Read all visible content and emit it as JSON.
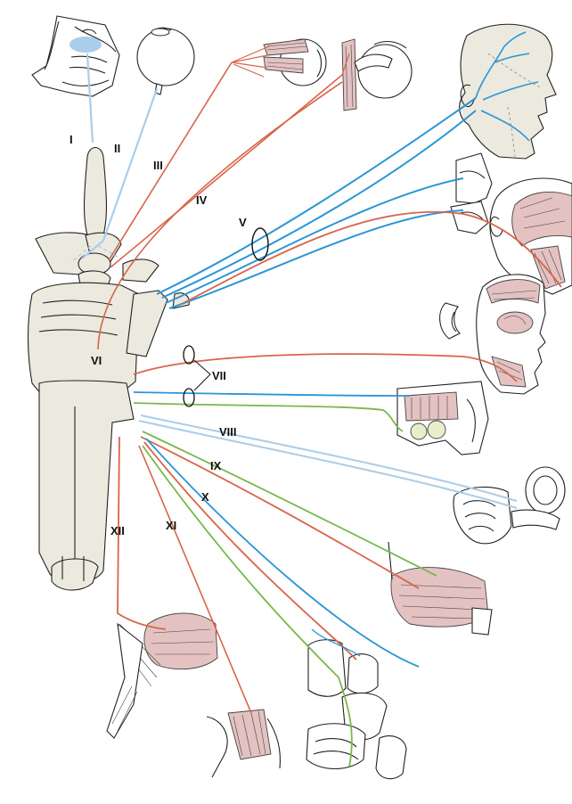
{
  "colors": {
    "motor": "#d9644a",
    "sensory": "#2b95d6",
    "special_sense": "#a9cdea",
    "parasympathetic": "#79b84a",
    "brainstem_fill": "#ece9df",
    "outline": "#222222"
  },
  "labels": {
    "I": "I",
    "II": "II",
    "III": "III",
    "IV": "IV",
    "V": "V",
    "VI": "VI",
    "VII": "VII",
    "VIII": "VIII",
    "IX": "IX",
    "X": "X",
    "XI": "XI",
    "XII": "XII"
  },
  "icons": [
    "nasal-cavity-icon",
    "eyeball-icon",
    "eye-muscles-icon",
    "lateral-eye-icon",
    "face-profile-icon",
    "nose-mouth-icon",
    "masticatory-muscles-icon",
    "facial-muscles-icon",
    "salivary-glands-icon",
    "inner-ear-icon",
    "tongue-pharynx-icon",
    "tongue-muscles-icon",
    "neck-muscles-icon",
    "thoracic-abdominal-organs-icon"
  ]
}
